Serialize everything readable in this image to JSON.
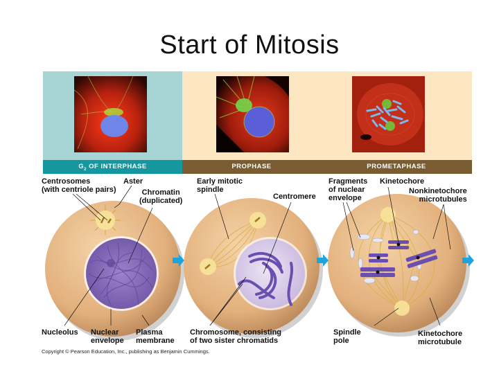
{
  "slide": {
    "title": "Start of Mitosis"
  },
  "colors": {
    "interphase_panel": "#a7d5d6",
    "mitosis_panel": "#fde7c3",
    "interphase_bar": "#14979e",
    "mitosis_bar": "#7a5c33",
    "cell_cytoplasm": "#e8bb8a",
    "chromatin": "#7d5aa8",
    "arrow": "#1ea4dc"
  },
  "stages": [
    {
      "name_prefix": "G",
      "name_subscript": "2",
      "name_suffix": " OF INTERPHASE",
      "photo_desc": "Fluorescence micrograph: red cytoplasm, green microtubules, blue nucleus"
    },
    {
      "name": "PROPHASE",
      "photo_desc": "Fluorescence micrograph: green aster, blue condensed nucleus"
    },
    {
      "name": "PROMETAPHASE",
      "photo_desc": "Fluorescence micrograph: blue chromosomes scattered, green spindle poles"
    }
  ],
  "labels": {
    "interphase_top": {
      "centrosomes_l1": "Centrosomes",
      "centrosomes_l2": "(with centriole pairs)",
      "aster": "Aster",
      "chromatin_l1": "Chromatin",
      "chromatin_l2": "(duplicated)"
    },
    "interphase_bottom": {
      "nucleolus": "Nucleolus",
      "nuclear_env_l1": "Nuclear",
      "nuclear_env_l2": "envelope",
      "plasma_l1": "Plasma",
      "plasma_l2": "membrane"
    },
    "prophase_top": {
      "spindle_l1": "Early mitotic",
      "spindle_l2": "spindle",
      "centromere": "Centromere"
    },
    "prophase_bottom": {
      "chromosome_l1": "Chromosome, consisting",
      "chromosome_l2": "of two sister chromatids"
    },
    "prometaphase_top": {
      "fragments_l1": "Fragments",
      "fragments_l2": "of nuclear",
      "fragments_l3": "envelope",
      "kinetochore": "Kinetochore",
      "nonkin_l1": "Nonkinetochore",
      "nonkin_l2": "microtubules"
    },
    "prometaphase_bottom": {
      "spindle_pole_l1": "Spindle",
      "spindle_pole_l2": "pole",
      "kin_mt_l1": "Kinetochore",
      "kin_mt_l2": "microtubule"
    }
  },
  "footer": {
    "copyright": "Copyright © Pearson Education, Inc., publishing as Benjamin Cummings."
  }
}
